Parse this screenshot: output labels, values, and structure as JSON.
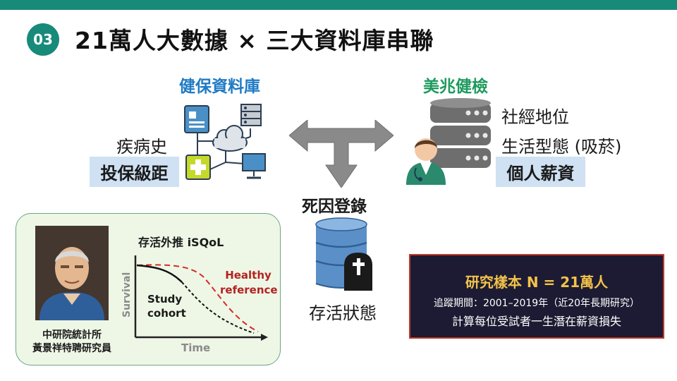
{
  "slide": {
    "number": "03",
    "title": "21萬人大數據 × 三大資料庫串聯"
  },
  "colors": {
    "accent": "#178a7a",
    "nhi_blue": "#1f7bc4",
    "mj_green": "#1e9a5e",
    "highlight": "#cfe1f3",
    "dark_box": "#1c1b33",
    "box_border": "#c0392b",
    "gold": "#f3c24a",
    "healthy_red": "#d62a2a"
  },
  "left_db": {
    "header": "健保資料庫",
    "icon": "network-database-icon",
    "label1": "疾病史",
    "label2": "投保級距"
  },
  "right_db": {
    "header": "美兆健檢",
    "icon": "server-doctor-icon",
    "label1": "社經地位",
    "label2": "生活型態 (吸菸)",
    "label3": "個人薪資"
  },
  "center": {
    "arrow_icon": "three-way-arrow-icon",
    "label_top": "死因登錄",
    "icon": "database-tombstone-icon",
    "label_bottom": "存活狀態"
  },
  "panel": {
    "photo_icon": "portrait-photo",
    "caption_line1": "中研院統計所",
    "caption_line2": "黃景祥特聘研究員",
    "chart_title": "存活外推 iSQoL",
    "ylabel": "Survival",
    "xlabel": "Time",
    "study_label": "Study cohort",
    "healthy_label": "Healthy reference"
  },
  "sample": {
    "heading": "研究樣本 N = 21萬人",
    "line1": "追蹤期間：2001–2019年（近20年長期研究）",
    "line2": "計算每位受試者一生潛在薪資損失"
  }
}
